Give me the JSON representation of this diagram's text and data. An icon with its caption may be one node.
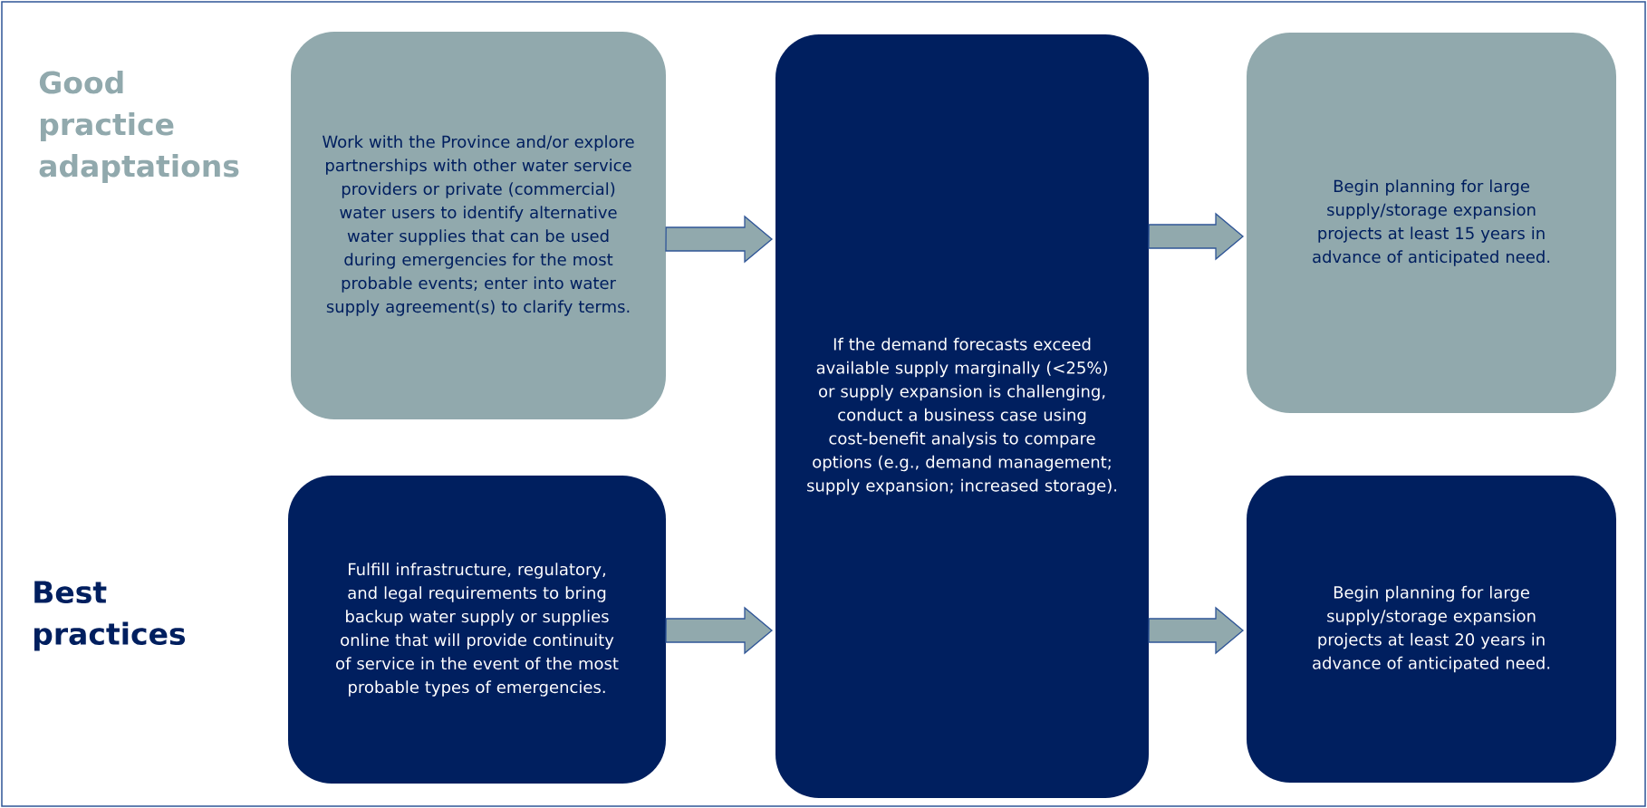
{
  "diagram": {
    "nodes": [
      {
        "text": [
          "Work with the Province and/or explore partnerships with other water service providers or private (commercial) water users to identify alternative water supplies that can be used during emergencies for the most probable events; enter into water supply agreement(s) to clarify terms."
        ]
      },
      {
        "text": [
          "Fulfill infrastructure, regulatory, and legal requirements to bring backup water supply or supplies online that will provide continuity of service in the event of the most probable types of emergencies."
        ]
      },
      {
        "text": [
          "If the demand forecasts exceed available supply marginally (<25%) or supply expansion is challenging, conduct a business case using cost-benefit analysis to compare options (e.g., demand management; supply expansion; increased storage)."
        ]
      },
      {
        "text": [
          "Begin planning for large supply/storage expansion projects at least 15 years in advance of anticipated need."
        ]
      },
      {
        "text": [
          "Begin planning for large supply/storage expansion projects at least 20 years in advance of anticipated need."
        ]
      }
    ],
    "edges": [
      {
        "from": 0,
        "to": 2,
        "arrow": "to"
      },
      {
        "from": 1,
        "to": 2,
        "arrow": "to"
      },
      {
        "from": 2,
        "to": 3,
        "arrow": "to"
      },
      {
        "from": 2,
        "to": 4,
        "arrow": "to"
      }
    ],
    "labels": [
      "Good practice adaptations",
      "Best practices"
    ]
  }
}
